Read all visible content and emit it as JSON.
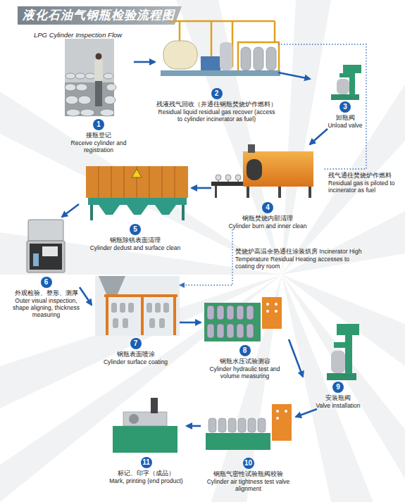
{
  "diagram": {
    "title": "液化石油气钢瓶检验流程图",
    "nodes": [
      {
        "text": [
          "1",
          "接瓶登记",
          "Receive cylinder and registration"
        ]
      },
      {
        "text": [
          "2",
          "残液残气回收（并通往钢瓶焚烧炉作燃料）",
          "Residual liquid residual gas recover (access to cylinder incinerator as fuel)"
        ]
      },
      {
        "text": [
          "3",
          "卸瓶阀",
          "Unload valve"
        ]
      },
      {
        "text": [
          "4",
          "钢瓶焚烧内部清理",
          "Cylinder burn and inner clean"
        ]
      },
      {
        "text": [
          "5",
          "钢瓶除锈表面清理",
          "Cylinder dedust and surface clean"
        ]
      },
      {
        "text": [
          "6",
          "外观检验、整形、测厚",
          "Outer visual inspection, shape aligning, thickness measuring"
        ]
      },
      {
        "text": [
          "7",
          "钢瓶表面喷涂",
          "Cylinder surface coating"
        ]
      },
      {
        "text": [
          "8",
          "钢瓶水压试验测容",
          "Cylinder hydraulic test and volume measuring"
        ]
      },
      {
        "text": [
          "9",
          "安装瓶阀",
          "Valve installation"
        ]
      },
      {
        "text": [
          "10",
          "钢瓶气密性试验瓶阀校验",
          "Cylinder air tightness test valve alignment"
        ]
      },
      {
        "text": [
          "11",
          "标记、印字（成品）",
          "Mark, printing (end product)"
        ]
      }
    ],
    "edges": [
      {
        "from": 0,
        "to": 1,
        "arrow": "to"
      },
      {
        "from": 1,
        "to": 2,
        "arrow": "to"
      },
      {
        "from": 2,
        "to": 3,
        "arrow": "to"
      },
      {
        "from": 3,
        "to": 4,
        "arrow": "to"
      },
      {
        "from": 4,
        "to": 5,
        "arrow": "to"
      },
      {
        "from": 5,
        "to": 6,
        "arrow": "to"
      },
      {
        "from": 6,
        "to": 7,
        "arrow": "to"
      },
      {
        "from": 7,
        "to": 8,
        "arrow": "to"
      },
      {
        "from": 8,
        "to": 9,
        "arrow": "to"
      },
      {
        "from": 9,
        "to": 10,
        "arrow": "to"
      },
      {
        "from": 1,
        "to": 3,
        "label": "残气通往焚烧炉作燃料 Residual gas is piloted to incinerator as fuel",
        "arrow": "none"
      },
      {
        "from": 3,
        "to": 6,
        "label": "焚烧炉高温余热通往涂装烘房 Incinerator High Temperature Residual Heating accesses to coating dry room",
        "arrow": "to"
      }
    ],
    "labels": [
      "LPG Cylinder Inspection Flow"
    ]
  }
}
